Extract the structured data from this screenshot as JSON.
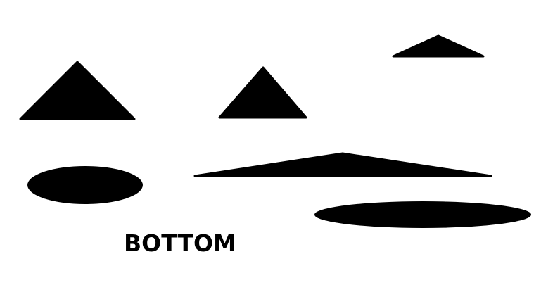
{
  "caption": {
    "text": "BOTTOM"
  },
  "colors": {
    "background": "#ffffff",
    "shape_fill": "#000000"
  },
  "shapes": [
    {
      "type": "triangle",
      "name": "triangle-left"
    },
    {
      "type": "triangle",
      "name": "triangle-middle"
    },
    {
      "type": "triangle",
      "name": "triangle-top-right-flat"
    },
    {
      "type": "ellipse",
      "name": "ellipse-left"
    },
    {
      "type": "triangle",
      "name": "triangle-long-flat"
    },
    {
      "type": "ellipse",
      "name": "ellipse-bottom-right"
    }
  ]
}
